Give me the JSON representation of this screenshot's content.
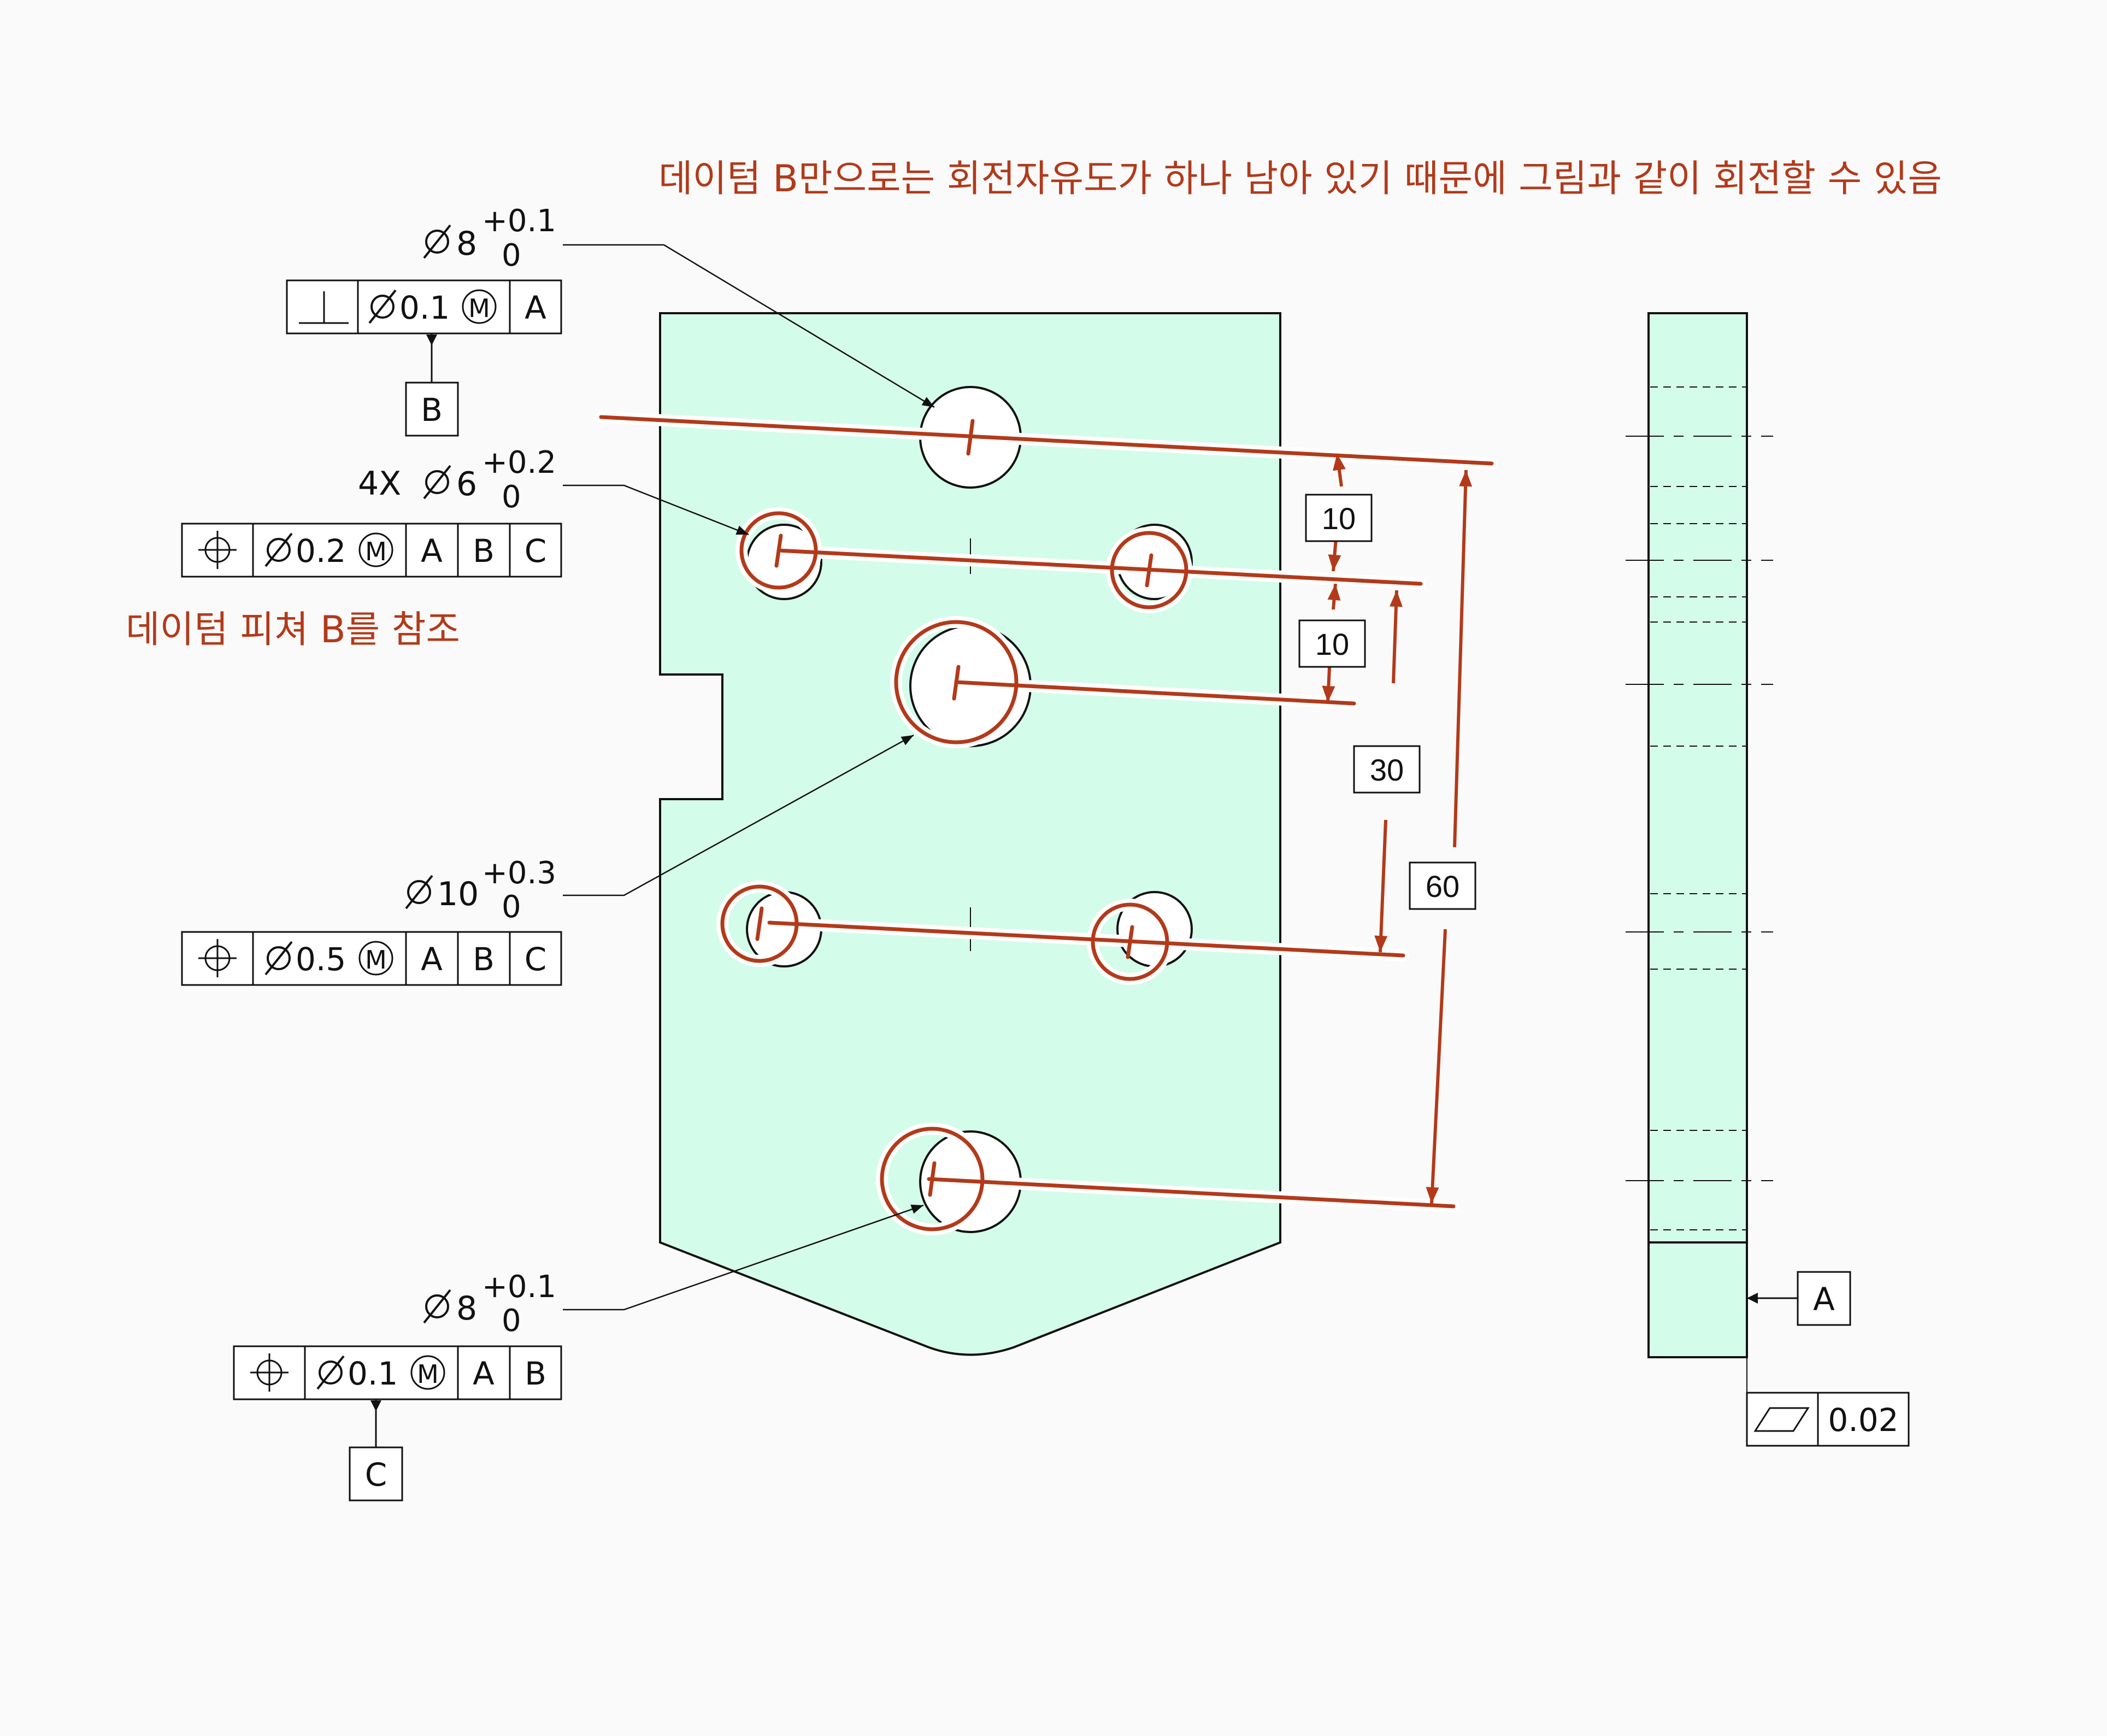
{
  "colors": {
    "background": "#fafafa",
    "part_fill": "#d4fcea",
    "ink": "#111111",
    "accent": "#b23a1a",
    "white": "#ffffff"
  },
  "annotations": {
    "rotation_note": "데이텀 B만으로는 회전자유도가 하나 남아 있기 때문에 그림과 같이 회전할 수 있음",
    "datum_feature_note": "데이텀 피쳐 B를 참조"
  },
  "callouts": {
    "hole_top": {
      "diameter": "8",
      "tol_upper": "+0.1",
      "tol_lower": "0",
      "frame": {
        "symbol_name": "perpendicularity-icon",
        "tolerance": "0.1",
        "modifier": "M",
        "datums": [
          "A"
        ]
      },
      "datum_label": "B"
    },
    "holes_4x": {
      "count": "4X",
      "diameter": "6",
      "tol_upper": "+0.2",
      "tol_lower": "0",
      "frame": {
        "symbol_name": "position-icon",
        "tolerance": "0.2",
        "modifier": "M",
        "datums": [
          "A",
          "B",
          "C"
        ]
      }
    },
    "hole_center": {
      "diameter": "10",
      "tol_upper": "+0.3",
      "tol_lower": "0",
      "frame": {
        "symbol_name": "position-icon",
        "tolerance": "0.5",
        "modifier": "M",
        "datums": [
          "A",
          "B",
          "C"
        ]
      }
    },
    "hole_bottom": {
      "diameter": "8",
      "tol_upper": "+0.1",
      "tol_lower": "0",
      "frame": {
        "symbol_name": "position-icon",
        "tolerance": "0.1",
        "modifier": "M",
        "datums": [
          "A",
          "B"
        ]
      },
      "datum_label": "C"
    }
  },
  "dimensions": {
    "d1": "10",
    "d2": "10",
    "d3": "30",
    "d4": "60"
  },
  "side_view": {
    "datum_label": "A",
    "flatness": {
      "symbol_name": "flatness-icon",
      "value": "0.02"
    }
  }
}
